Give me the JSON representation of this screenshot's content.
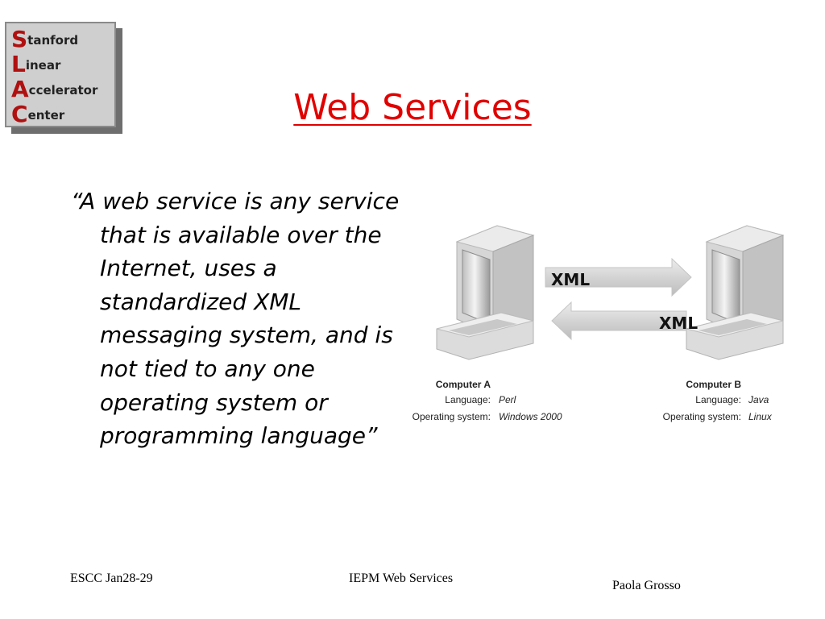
{
  "logo": {
    "lines": [
      {
        "initial": "S",
        "rest": "tanford"
      },
      {
        "initial": "L",
        "rest": "inear"
      },
      {
        "initial": "A",
        "rest": "ccelerator"
      },
      {
        "initial": "C",
        "rest": "enter"
      }
    ]
  },
  "title": "Web Services",
  "quote": "“A web service is any service that is available over the Internet, uses a standardized XML messaging system, and is not tied to any one operating system or programming language”",
  "diagram": {
    "arrow_top_label": "XML",
    "arrow_bottom_label": "XML",
    "computer_a": {
      "name": "Computer A",
      "language_label": "Language:",
      "language_value": "Perl",
      "os_label": "Operating system:",
      "os_value": "Windows 2000"
    },
    "computer_b": {
      "name": "Computer B",
      "language_label": "Language:",
      "language_value": "Java",
      "os_label": "Operating system:",
      "os_value": "Linux"
    }
  },
  "footer": {
    "left": "ESCC Jan28-29",
    "center": "IEPM Web Services",
    "right": "Paola Grosso"
  },
  "colors": {
    "title": "#e00000",
    "logo_initials": "#b01010",
    "logo_background": "#cfcfcf"
  }
}
